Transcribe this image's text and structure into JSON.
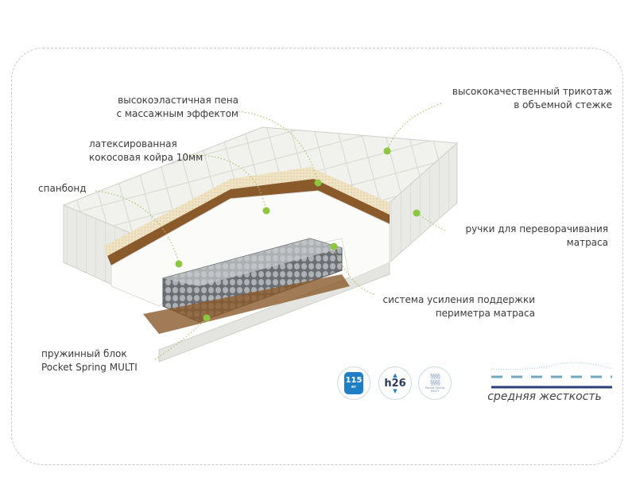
{
  "labels": {
    "foam": [
      "высокоэластичная пена",
      "с массажным эффектом"
    ],
    "coir": [
      "латексированная",
      "кокосовая койра 10мм"
    ],
    "spunbond": "спанбонд",
    "spring_block": [
      "пружинный блок",
      "Pocket Spring MULTI"
    ],
    "knit": [
      "высококачественный трикотаж",
      "в объемной стежке"
    ],
    "handles": [
      "ручки для переворачивания",
      "матраса"
    ],
    "perimeter": [
      "система усиления поддержки",
      "периметра матраса"
    ]
  },
  "badges": {
    "load": "115",
    "load_unit": "кг",
    "height": "h26",
    "spring": "Pocket Spring MULTI"
  },
  "firmness": "средняя жесткость",
  "colors": {
    "accent_green": "#8dc63f",
    "badge_blue": "#1f7fc4",
    "firmness_navy": "#2c3e7a",
    "firmness_light": "#7fb3c8"
  }
}
